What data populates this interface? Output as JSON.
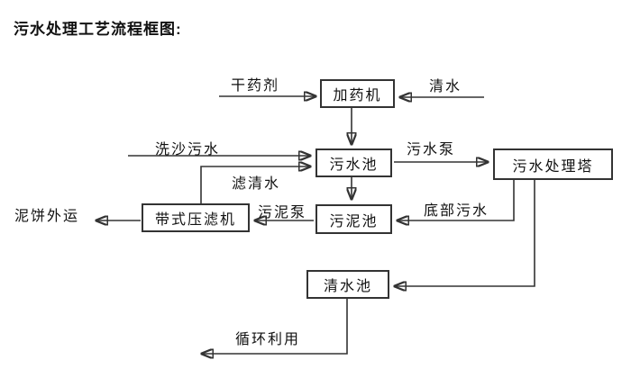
{
  "title": "污水处理工艺流程框图:",
  "nodes": {
    "dosing_machine": "加药机",
    "sewage_pool": "污水池",
    "treatment_tower": "污水处理塔",
    "sludge_pool": "污泥池",
    "belt_filter_press": "带式压滤机",
    "clean_water_pool": "清水池"
  },
  "flow_labels": {
    "dry_agent": "干药剂",
    "clean_water": "清水",
    "sand_washing_sewage": "洗沙污水",
    "sewage_pump": "污水泵",
    "filtered_water": "滤清水",
    "mud_cake_out": "泥饼外运",
    "sludge_pump": "污泥泵",
    "bottom_sewage": "底部污水",
    "recycling": "循环利用"
  },
  "edges": [
    {
      "source": "外部",
      "target": "加药机",
      "label": "干药剂"
    },
    {
      "source": "外部",
      "target": "加药机",
      "label": "清水"
    },
    {
      "source": "加药机",
      "target": "污水池",
      "label": ""
    },
    {
      "source": "外部",
      "target": "污水池",
      "label": "洗沙污水"
    },
    {
      "source": "带式压滤机",
      "target": "污水池",
      "label": "滤清水"
    },
    {
      "source": "污水池",
      "target": "污水处理塔",
      "label": "污水泵"
    },
    {
      "source": "污水池",
      "target": "污泥池",
      "label": ""
    },
    {
      "source": "污泥池",
      "target": "带式压滤机",
      "label": "污泥泵"
    },
    {
      "source": "带式压滤机",
      "target": "外部",
      "label": "泥饼外运"
    },
    {
      "source": "污水处理塔",
      "target": "污泥池",
      "label": "底部污水"
    },
    {
      "source": "污水处理塔",
      "target": "清水池",
      "label": ""
    },
    {
      "source": "清水池",
      "target": "外部",
      "label": "循环利用"
    }
  ],
  "colors": {
    "line": "#333333",
    "text": "#111111",
    "background": "#ffffff"
  }
}
